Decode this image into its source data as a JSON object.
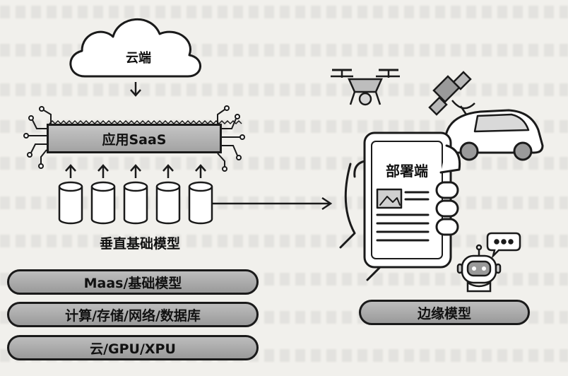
{
  "cloud": {
    "label": "云端"
  },
  "saas": {
    "label": "应用SaaS"
  },
  "vertical_models": {
    "label": "垂直基础模型",
    "count": 5
  },
  "layers": [
    {
      "label": "Maas/基础模型"
    },
    {
      "label": "计算/存储/网络/数据库"
    },
    {
      "label": "云/GPU/XPU"
    }
  ],
  "deploy": {
    "label": "部署端"
  },
  "edge": {
    "label": "边缘模型"
  },
  "colors": {
    "bar_fill": "#a8a8a8",
    "line": "#1a1a1a",
    "background": "#f1f0ec"
  }
}
